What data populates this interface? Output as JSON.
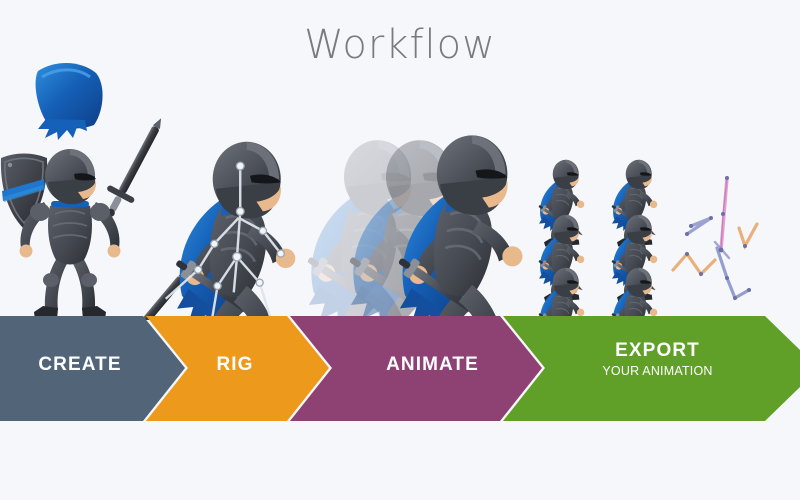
{
  "page": {
    "title": "Workflow",
    "background_color": "#f6f7fb",
    "title_color": "#7b7b7f"
  },
  "workflow": {
    "steps": [
      {
        "id": "create",
        "label": "CREATE",
        "sublabel": "",
        "color": "#516478",
        "text_color": "#ffffff",
        "icon": "chevron-right-shape"
      },
      {
        "id": "rig",
        "label": "RIG",
        "sublabel": "",
        "color": "#ed9a1c",
        "text_color": "#ffffff",
        "icon": "chevron-right-shape"
      },
      {
        "id": "animate",
        "label": "ANIMATE",
        "sublabel": "",
        "color": "#8e4274",
        "text_color": "#ffffff",
        "icon": "chevron-right-shape"
      },
      {
        "id": "export",
        "label": "EXPORT",
        "sublabel": "YOUR ANIMATION",
        "color": "#60a028",
        "text_color": "#ffffff",
        "icon": "tag-shape"
      }
    ]
  },
  "artwork": {
    "create_stage": {
      "name": "knight-asset-parts",
      "parts": [
        "cape",
        "shield",
        "sword",
        "knight-body"
      ],
      "armor_color": "#4a4e55",
      "armor_dark": "#31343a",
      "accent_color": "#1560b8",
      "accent_light": "#2f8fdd",
      "skin_color": "#e9b98e"
    },
    "rig_stage": {
      "name": "knight-rigged-skeleton",
      "bone_color": "#cfd6de",
      "joint_color": "#8d98a6"
    },
    "animate_stage": {
      "name": "knight-onion-skin-frames",
      "ghost_count": 2,
      "ghost_opacity": [
        0.25,
        0.45
      ]
    },
    "export_stage": {
      "name": "knight-sprite-sheet",
      "rows": 3,
      "columns": 2,
      "frame_count": 6
    },
    "export_rig": {
      "name": "bone-rig-diagram",
      "chain_colors": [
        "#d98fc8",
        "#e8a76a",
        "#8b93c8"
      ]
    }
  }
}
